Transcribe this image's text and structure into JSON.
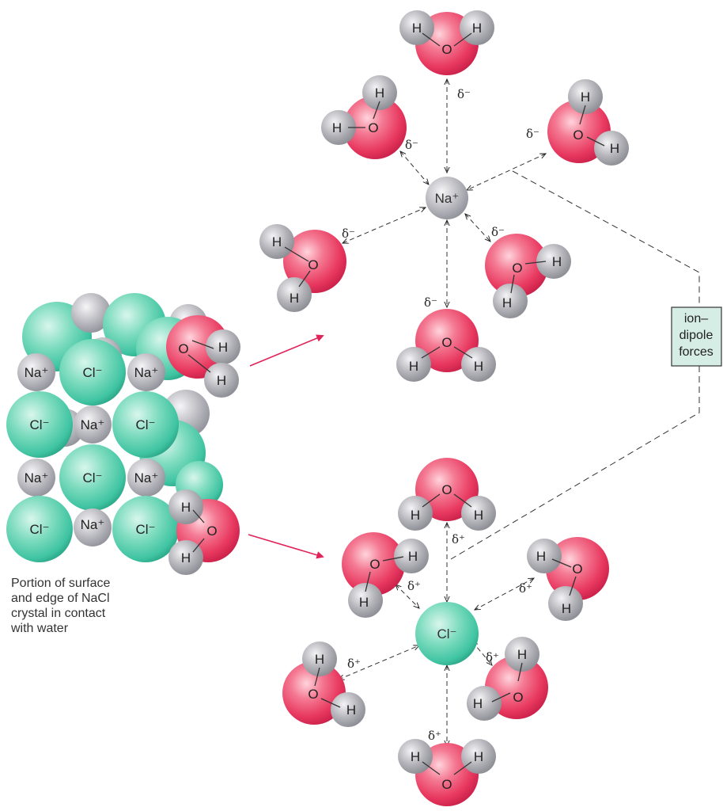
{
  "ions": {
    "sodium": "Na⁺",
    "chloride": "Cl⁻"
  },
  "atoms": {
    "oxygen": "O",
    "hydrogen": "H"
  },
  "partial_charges": {
    "negative": "δ⁻",
    "positive": "δ⁺"
  },
  "box_label": [
    "ion–",
    "dipole",
    "forces"
  ],
  "caption": [
    "Portion of surface",
    "and edge of NaCl",
    "crystal in contact",
    "with water"
  ],
  "colors": {
    "oxygen": "#e8385f",
    "hydrogen": "#a8a8ad",
    "sodium": "#b0b0b6",
    "chloride": "#3fc4a2",
    "arrow": "#e0245a",
    "box_fill": "#d6ede6"
  }
}
